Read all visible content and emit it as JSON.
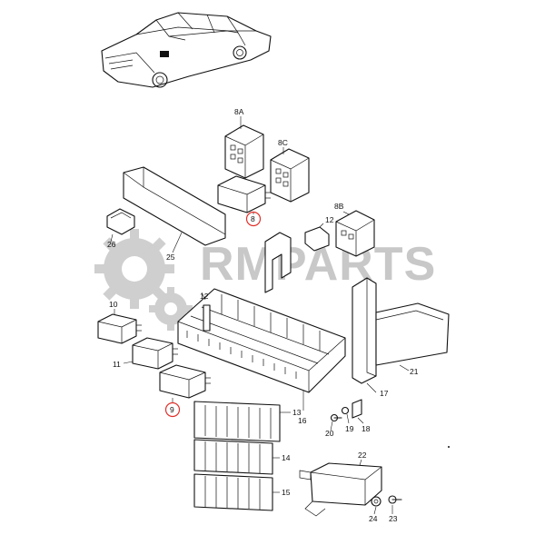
{
  "watermark": {
    "text": "RMPARTS",
    "color": "#c8c8c8"
  },
  "highlight_color": "#e0302a",
  "callouts": {
    "c8": "8",
    "c8A": "8A",
    "c8B": "8B",
    "c8C": "8C",
    "c9": "9",
    "c10": "10",
    "c11": "11",
    "c12a": "12",
    "c12b": "12",
    "c13": "13",
    "c14": "14",
    "c15": "15",
    "c16": "16",
    "c17": "17",
    "c18": "18",
    "c19": "19",
    "c20": "20",
    "c21": "21",
    "c22": "22",
    "c23": "23",
    "c24": "24",
    "c25": "25",
    "c26": "26"
  },
  "highlighted_callouts": [
    "8",
    "9"
  ]
}
